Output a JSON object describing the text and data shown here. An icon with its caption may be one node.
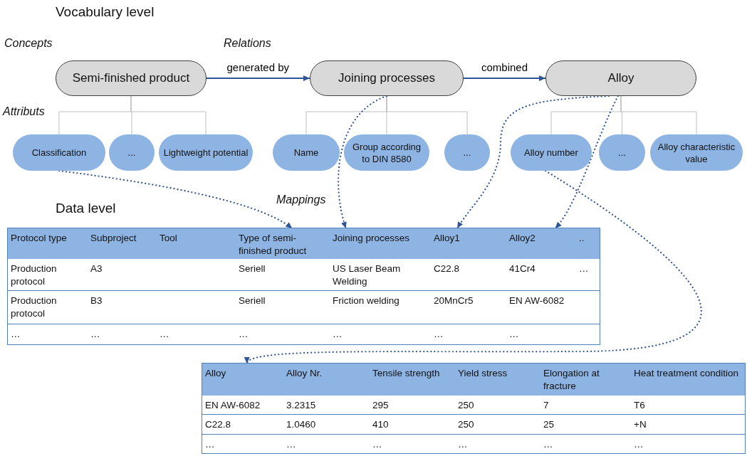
{
  "diagram": {
    "nodes": [
      {
        "text": [
          "Semi-finished product"
        ]
      },
      {
        "text": [
          "Joining processes"
        ]
      },
      {
        "text": [
          "Alloy"
        ]
      },
      {
        "text": [
          "Classification"
        ]
      },
      {
        "text": [
          "..."
        ]
      },
      {
        "text": [
          "Lightweight potential"
        ]
      },
      {
        "text": [
          "Name"
        ]
      },
      {
        "text": [
          "Group according to DIN 8580"
        ]
      },
      {
        "text": [
          "..."
        ]
      },
      {
        "text": [
          "Alloy number"
        ]
      },
      {
        "text": [
          "..."
        ]
      },
      {
        "text": [
          "Alloy characteristic value"
        ]
      },
      {
        "text": [
          "Type of semi-finished product"
        ]
      },
      {
        "text": [
          "Joining processes"
        ]
      },
      {
        "text": [
          "Alloy1"
        ]
      },
      {
        "text": [
          "Alloy2"
        ]
      },
      {
        "text": [
          "Alloy"
        ]
      }
    ],
    "edges": [
      {
        "from": 0,
        "to": 1,
        "arrow": "to",
        "label": "generated by",
        "color": "#2f5597"
      },
      {
        "from": 1,
        "to": 2,
        "arrow": "to",
        "label": "combined",
        "color": "#2f5597"
      },
      {
        "from": 0,
        "to": 3,
        "arrow": "none"
      },
      {
        "from": 0,
        "to": 4,
        "arrow": "none"
      },
      {
        "from": 0,
        "to": 5,
        "arrow": "none"
      },
      {
        "from": 1,
        "to": 6,
        "arrow": "none"
      },
      {
        "from": 1,
        "to": 7,
        "arrow": "none"
      },
      {
        "from": 1,
        "to": 8,
        "arrow": "none"
      },
      {
        "from": 2,
        "to": 9,
        "arrow": "none"
      },
      {
        "from": 2,
        "to": 10,
        "arrow": "none"
      },
      {
        "from": 2,
        "to": 11,
        "arrow": "none"
      },
      {
        "from": 3,
        "to": 12,
        "arrow": "to",
        "style": "dashed",
        "color": "#2f5597"
      },
      {
        "from": 1,
        "to": 13,
        "arrow": "to",
        "style": "dashed",
        "color": "#2f5597"
      },
      {
        "from": 2,
        "to": 14,
        "arrow": "to",
        "style": "dashed",
        "color": "#2f5597"
      },
      {
        "from": 2,
        "to": 15,
        "arrow": "to",
        "style": "dashed",
        "color": "#2f5597"
      },
      {
        "from": 9,
        "to": 16,
        "arrow": "to",
        "style": "dashed",
        "color": "#2f5597"
      }
    ],
    "labels": [
      "Vocabulary level",
      "Concepts",
      "Relations",
      "Attributs",
      "Mappings",
      "Data level",
      "Protocol type",
      "Subproject",
      "Tool",
      "..",
      "Production protocol",
      "A3",
      "Seriell",
      "US Laser Beam Welding",
      "C22.8",
      "41Cr4",
      "…",
      "Production protocol",
      "B3",
      "Seriell",
      "Friction welding",
      "20MnCr5",
      "EN AW-6082",
      "…",
      "…",
      "…",
      "…",
      "…",
      "…",
      "…",
      "Alloy Nr.",
      "Tensile strength",
      "Yield stress",
      "Elongation at fracture",
      "Heat treatment condition",
      "EN AW-6082",
      "3.2315",
      "295",
      "250",
      "7",
      "T6",
      "C22.8",
      "1.0460",
      "410",
      "250",
      "25",
      "+N",
      "…",
      "…",
      "…",
      "…",
      "…",
      "…"
    ]
  }
}
